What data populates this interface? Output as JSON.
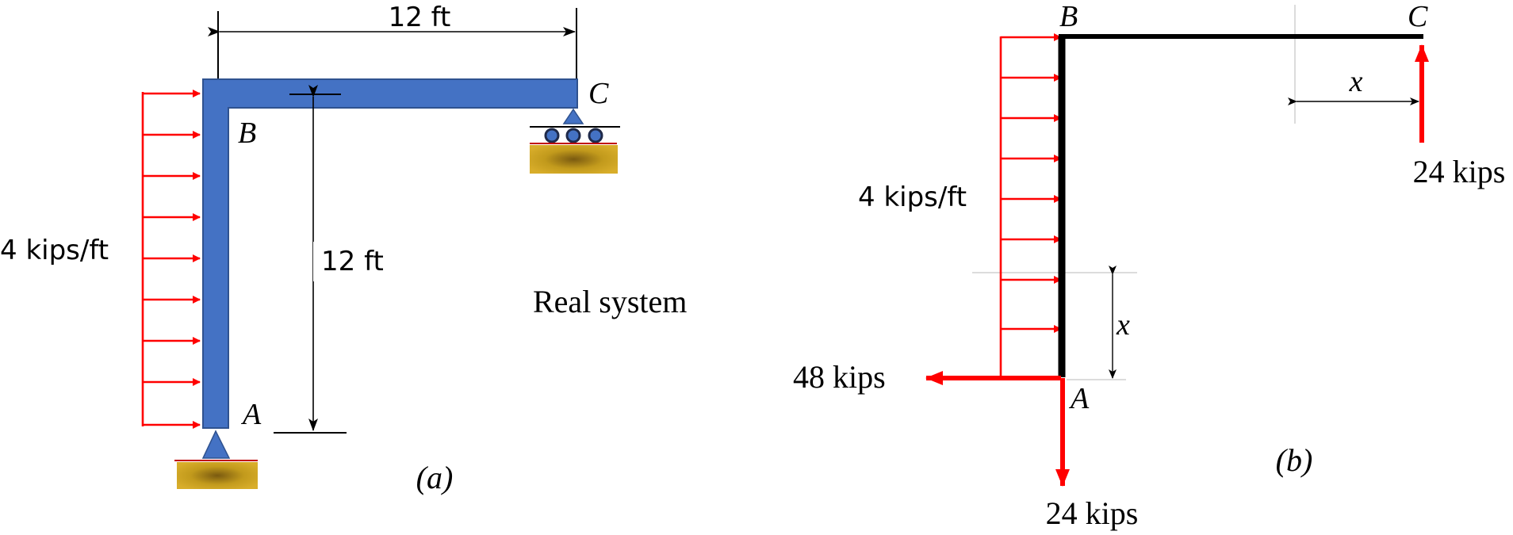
{
  "figure_a": {
    "span_label": "12 ft",
    "height_label": "12 ft",
    "load_label": "4 kips/ft",
    "point_a": "A",
    "point_b": "B",
    "point_c": "C",
    "system_label": "Real system",
    "caption": "(a)"
  },
  "figure_b": {
    "point_a": "A",
    "point_b": "B",
    "point_c": "C",
    "load_label": "4 kips/ft",
    "x_horizontal": "x",
    "x_vertical": "x",
    "reaction_c": "24 kips",
    "reaction_a_horizontal": "48 kips",
    "reaction_a_vertical": "24 kips",
    "caption": "(b)"
  },
  "colors": {
    "member_fill": "#4472c4",
    "member_stroke": "#2f528f",
    "load_arrow": "#ff0000",
    "support_base": "#c9a227",
    "frame_line": "#000000"
  }
}
